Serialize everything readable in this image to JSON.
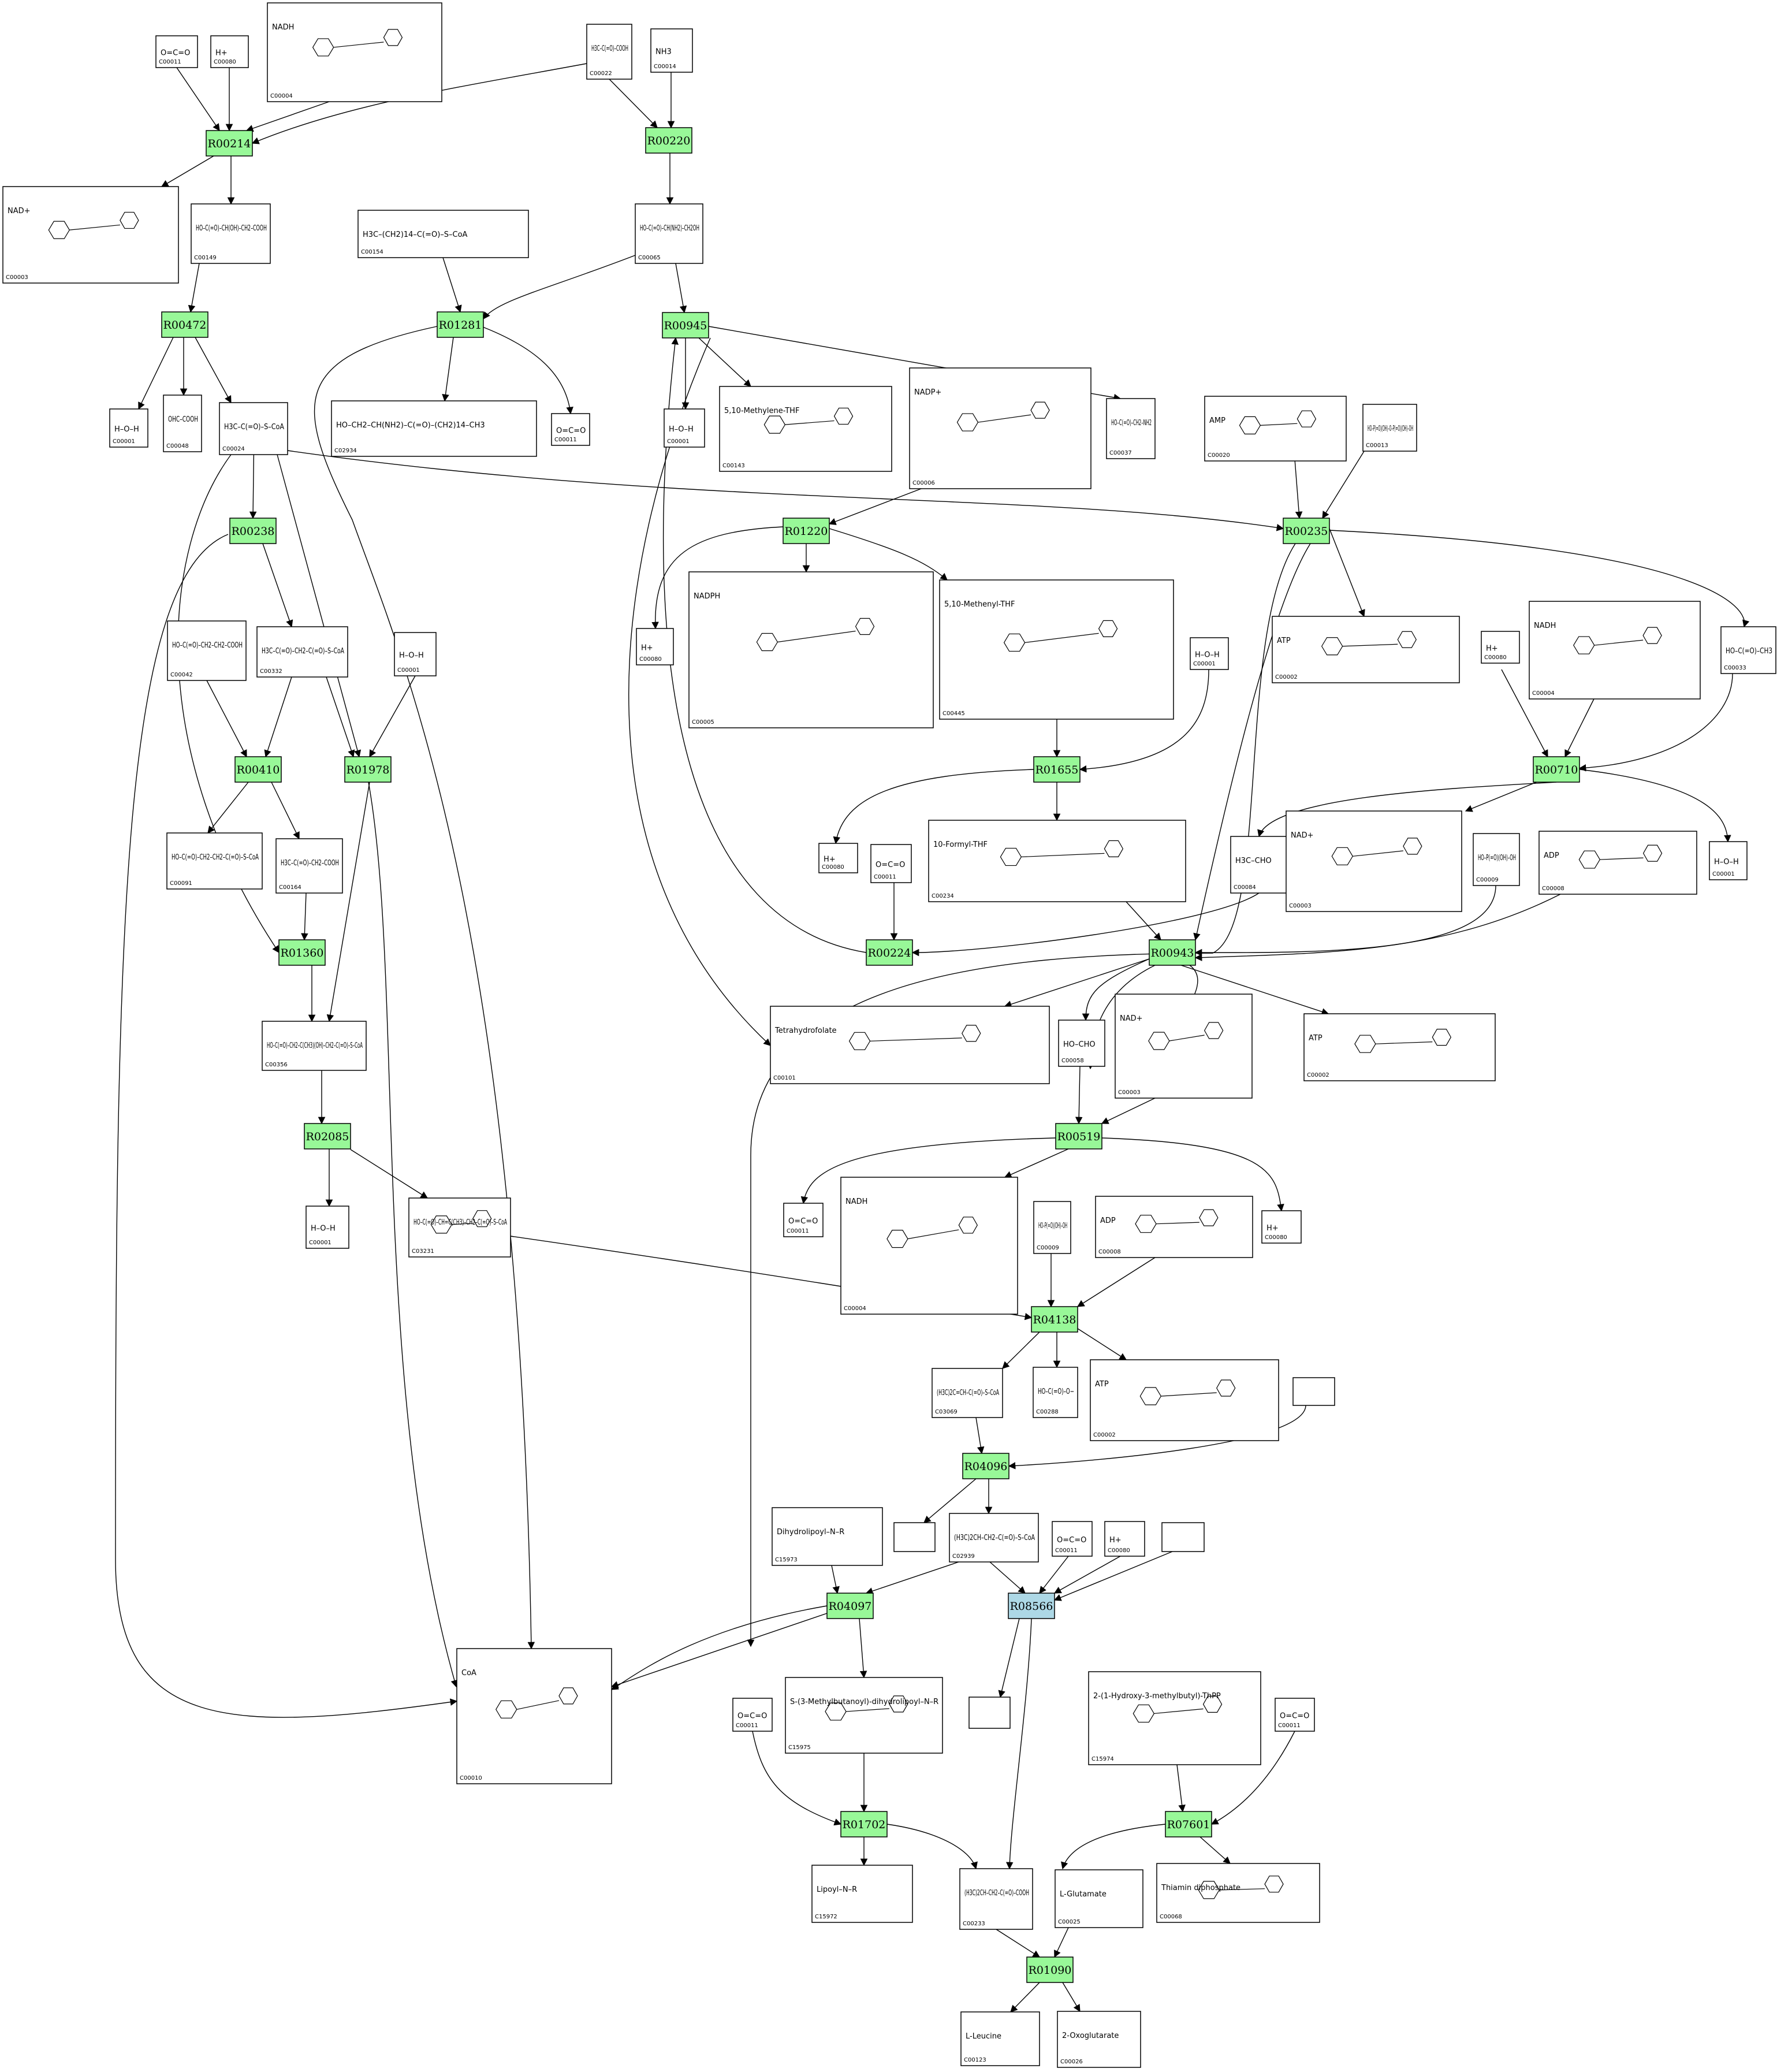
{
  "colors": {
    "reaction_fill": "#98f898",
    "reaction_highlight_fill": "#add8e6",
    "line": "#000000",
    "background": "#ffffff"
  },
  "reactions": [
    {
      "id": "R00214"
    },
    {
      "id": "R00220"
    },
    {
      "id": "R00472"
    },
    {
      "id": "R01281"
    },
    {
      "id": "R00945"
    },
    {
      "id": "R00238"
    },
    {
      "id": "R01220"
    },
    {
      "id": "R00235"
    },
    {
      "id": "R00410"
    },
    {
      "id": "R01978"
    },
    {
      "id": "R01655"
    },
    {
      "id": "R00710"
    },
    {
      "id": "R01360"
    },
    {
      "id": "R00224"
    },
    {
      "id": "R00943"
    },
    {
      "id": "R02085"
    },
    {
      "id": "R00519"
    },
    {
      "id": "R04138"
    },
    {
      "id": "R04096"
    },
    {
      "id": "R04097"
    },
    {
      "id": "R08566",
      "highlight": true
    },
    {
      "id": "R01702"
    },
    {
      "id": "R07601"
    },
    {
      "id": "R01090"
    }
  ],
  "compounds": [
    {
      "id": "C00011",
      "text": "O=C=O"
    },
    {
      "id": "C00080",
      "text": "H+"
    },
    {
      "id": "C00004",
      "text": "NADH"
    },
    {
      "id": "C00022",
      "text": "H3C–C(=O)–COOH"
    },
    {
      "id": "C00014",
      "text": "NH3"
    },
    {
      "id": "C00003",
      "text": "NAD+"
    },
    {
      "id": "C00149",
      "text": "HO–C(=O)–CH(OH)–CH2–COOH"
    },
    {
      "id": "C00154",
      "text": "H3C–(CH2)14–C(=O)–S–CoA"
    },
    {
      "id": "C00065",
      "text": "HO–C(=O)–CH(NH2)–CH2OH"
    },
    {
      "id": "C00001",
      "text": "H–O–H"
    },
    {
      "id": "C00048",
      "text": "OHC–COOH"
    },
    {
      "id": "C00024",
      "text": "H3C–C(=O)–S–CoA"
    },
    {
      "id": "C02934",
      "text": "HO–CH2–CH(NH2)–C(=O)–(CH2)14–CH3"
    },
    {
      "id": "C00011",
      "text": "O=C=O"
    },
    {
      "id": "C00001",
      "text": "H–O–H"
    },
    {
      "id": "C00143",
      "text": "5,10-Methylene-THF"
    },
    {
      "id": "C00006",
      "text": "NADP+"
    },
    {
      "id": "C00037",
      "text": "HO–C(=O)–CH2–NH2"
    },
    {
      "id": "C00020",
      "text": "AMP"
    },
    {
      "id": "C00013",
      "text": "HO–P(=O)(OH)–O–P(=O)(OH)–OH"
    },
    {
      "id": "C00042",
      "text": "HO–C(=O)–CH2–CH2–COOH"
    },
    {
      "id": "C00332",
      "text": "H3C–C(=O)–CH2–C(=O)–S–CoA"
    },
    {
      "id": "C00001",
      "text": "H–O–H"
    },
    {
      "id": "C00080",
      "text": "H+"
    },
    {
      "id": "C00005",
      "text": "NADPH"
    },
    {
      "id": "C00445",
      "text": "5,10-Methenyl-THF"
    },
    {
      "id": "C00002",
      "text": "ATP"
    },
    {
      "id": "C00001",
      "text": "H–O–H"
    },
    {
      "id": "C00080",
      "text": "H+"
    },
    {
      "id": "C00004",
      "text": "NADH"
    },
    {
      "id": "C00033",
      "text": "HO–C(=O)–CH3"
    },
    {
      "id": "C00091",
      "text": "HO–C(=O)–CH2–CH2–C(=O)–S–CoA"
    },
    {
      "id": "C00164",
      "text": "H3C–C(=O)–CH2–COOH"
    },
    {
      "id": "C00080",
      "text": "H+"
    },
    {
      "id": "C00011",
      "text": "O=C=O"
    },
    {
      "id": "C00234",
      "text": "10-Formyl-THF"
    },
    {
      "id": "C00084",
      "text": "H3C–CHO"
    },
    {
      "id": "C00003",
      "text": "NAD+"
    },
    {
      "id": "C00009",
      "text": "HO–P(=O)(OH)–OH"
    },
    {
      "id": "C00008",
      "text": "ADP"
    },
    {
      "id": "C00001",
      "text": "H–O–H"
    },
    {
      "id": "C00356",
      "text": "HO–C(=O)–CH2–C(CH3)(OH)–CH2–C(=O)–S–CoA"
    },
    {
      "id": "C00101",
      "text": "Tetrahydrofolate"
    },
    {
      "id": "C00058",
      "text": "HO–CHO"
    },
    {
      "id": "C00003",
      "text": "NAD+"
    },
    {
      "id": "C00002",
      "text": "ATP"
    },
    {
      "id": "C00001",
      "text": "H–O–H"
    },
    {
      "id": "C03231",
      "text": "HO–C(=O)–CH=C(CH3)–CH2–C(=O)–S–CoA"
    },
    {
      "id": "C00011",
      "text": "O=C=O"
    },
    {
      "id": "C00004",
      "text": "NADH"
    },
    {
      "id": "C00009",
      "text": "HO–P(=O)(OH)–OH"
    },
    {
      "id": "C00008",
      "text": "ADP"
    },
    {
      "id": "C00080",
      "text": "H+"
    },
    {
      "id": "C03069",
      "text": "(H3C)2C=CH–C(=O)–S–CoA"
    },
    {
      "id": "C00288",
      "text": "HO–C(=O)–O−"
    },
    {
      "id": "C00002",
      "text": "ATP"
    },
    {
      "id": "C15973",
      "text": "Dihydrolipoyl–N–R"
    },
    {
      "id": "C02939",
      "text": "(H3C)2CH–CH2–C(=O)–S–CoA"
    },
    {
      "id": "C00011",
      "text": "O=C=O"
    },
    {
      "id": "C00080",
      "text": "H+"
    },
    {
      "id": "C00010",
      "text": "CoA"
    },
    {
      "id": "C15975",
      "text": "S-(3-Methylbutanoyl)-dihydrolipoyl–N–R"
    },
    {
      "id": "C15974",
      "text": "2-(1-Hydroxy-3-methylbutyl)-ThPP"
    },
    {
      "id": "C00011",
      "text": "O=C=O"
    },
    {
      "id": "C00011",
      "text": "O=C=O"
    },
    {
      "id": "C15972",
      "text": "Lipoyl–N–R"
    },
    {
      "id": "C00233",
      "text": "(H3C)2CH–CH2–C(=O)–COOH"
    },
    {
      "id": "C00025",
      "text": "L-Glutamate"
    },
    {
      "id": "C00068",
      "text": "Thiamin diphosphate"
    },
    {
      "id": "C00123",
      "text": "L-Leucine"
    },
    {
      "id": "C00026",
      "text": "2-Oxoglutarate"
    }
  ]
}
